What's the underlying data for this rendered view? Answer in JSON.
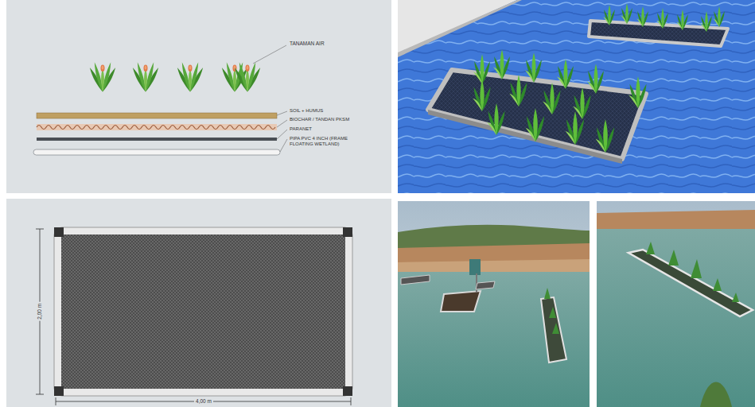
{
  "diagram": {
    "labels": [
      "TANAMAN AIR",
      "SOIL + HUMUS",
      "BIOCHAR / TANDAN PKSM",
      "PARANET",
      "PIPA PVC 4 INCH (FRAME FLOATING WETLAND)",
      "2,00 m",
      "4,00 m"
    ]
  }
}
